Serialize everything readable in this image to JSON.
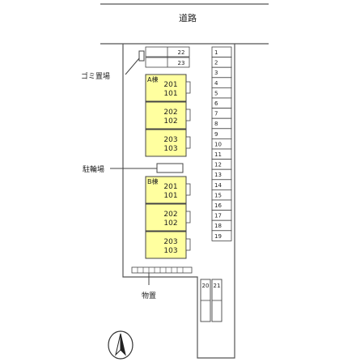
{
  "road_label": "道路",
  "labels": {
    "garbage": "ゴミ置場",
    "bike": "駐輪場",
    "storage": "物置"
  },
  "upper_parking": [
    "22",
    "23"
  ],
  "building_a": {
    "label": "A棟",
    "units": [
      [
        "201",
        "101"
      ],
      [
        "202",
        "102"
      ],
      [
        "203",
        "103"
      ]
    ]
  },
  "building_b": {
    "label": "B棟",
    "units": [
      [
        "201",
        "101"
      ],
      [
        "202",
        "102"
      ],
      [
        "203",
        "103"
      ]
    ]
  },
  "parking_column": [
    "1",
    "2",
    "3",
    "4",
    "5",
    "6",
    "7",
    "8",
    "9",
    "10",
    "11",
    "12",
    "13",
    "14",
    "15",
    "16",
    "17",
    "18",
    "19"
  ],
  "bottom_parking": [
    "20",
    "21"
  ],
  "compass": {
    "icon": "north-arrow-icon"
  },
  "colors": {
    "building": "#ffff9f",
    "stroke": "#444444",
    "road_line": "#555555"
  }
}
